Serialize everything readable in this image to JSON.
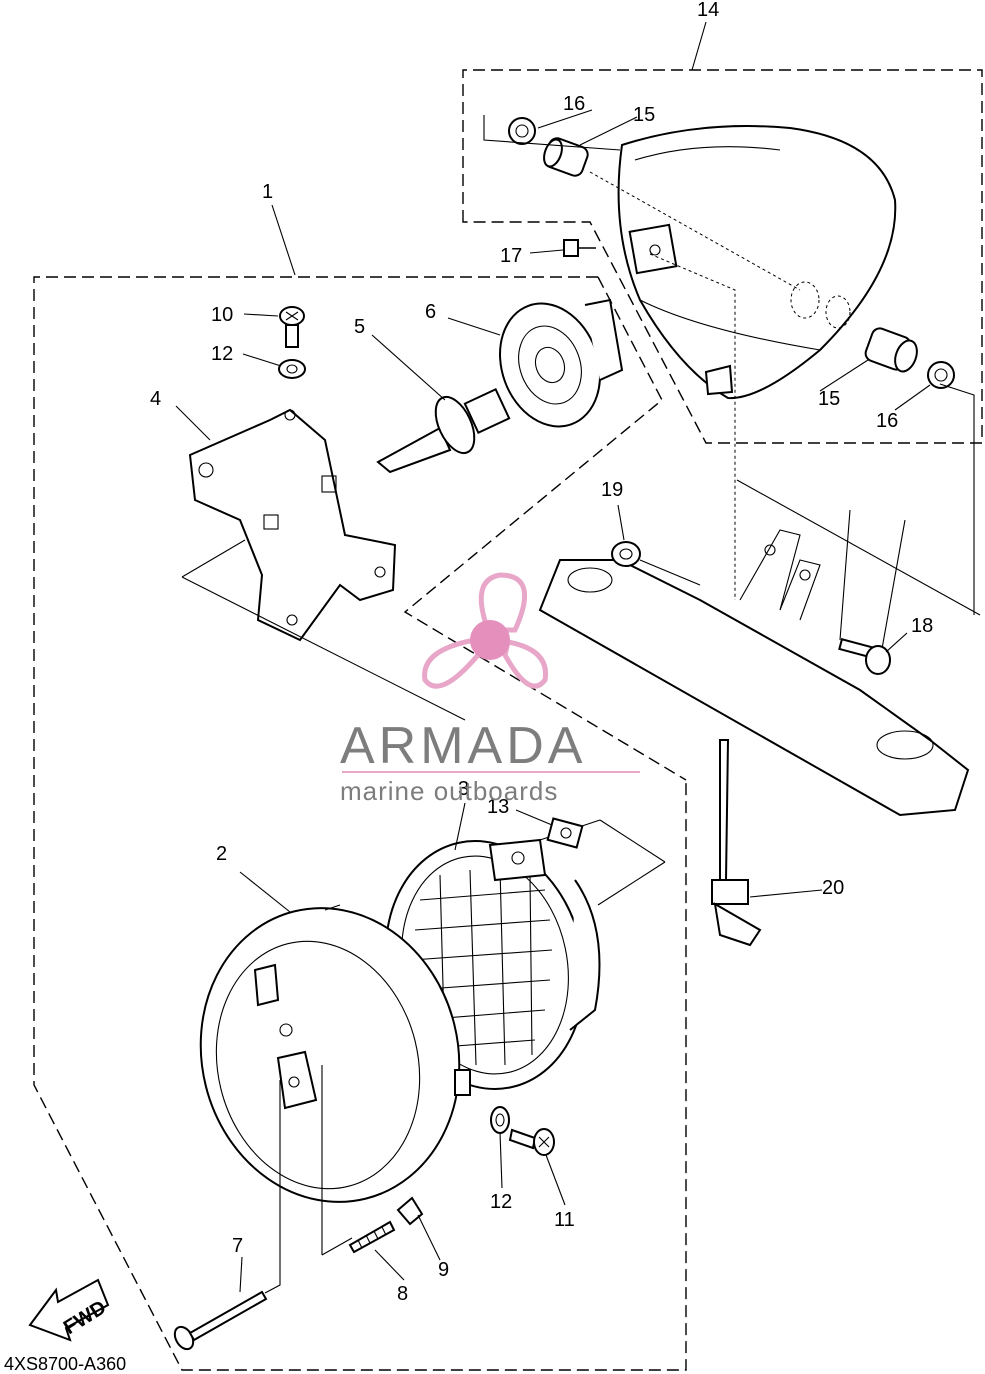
{
  "diagram": {
    "drawing_code": "4XS8700-A360",
    "direction_arrow": "FWD",
    "callouts": [
      {
        "id": "c1",
        "label": "1"
      },
      {
        "id": "c2",
        "label": "2"
      },
      {
        "id": "c3",
        "label": "3"
      },
      {
        "id": "c4",
        "label": "4"
      },
      {
        "id": "c5",
        "label": "5"
      },
      {
        "id": "c6",
        "label": "6"
      },
      {
        "id": "c7",
        "label": "7"
      },
      {
        "id": "c8",
        "label": "8"
      },
      {
        "id": "c9",
        "label": "9"
      },
      {
        "id": "c10",
        "label": "10"
      },
      {
        "id": "c11",
        "label": "11"
      },
      {
        "id": "c12a",
        "label": "12"
      },
      {
        "id": "c12b",
        "label": "12"
      },
      {
        "id": "c13",
        "label": "13"
      },
      {
        "id": "c14",
        "label": "14"
      },
      {
        "id": "c15a",
        "label": "15"
      },
      {
        "id": "c15b",
        "label": "15"
      },
      {
        "id": "c16a",
        "label": "16"
      },
      {
        "id": "c16b",
        "label": "16"
      },
      {
        "id": "c17",
        "label": "17"
      },
      {
        "id": "c18",
        "label": "18"
      },
      {
        "id": "c19",
        "label": "19"
      },
      {
        "id": "c20",
        "label": "20"
      }
    ]
  },
  "watermark": {
    "brand": "ARMADA",
    "tagline": "marine outboards",
    "logo_icon": "propeller-icon",
    "colors": {
      "logo": "#e8a6c8",
      "hub": "#e58fbd",
      "text": "#7d7d7d",
      "rule": "#e8a6c8"
    }
  }
}
